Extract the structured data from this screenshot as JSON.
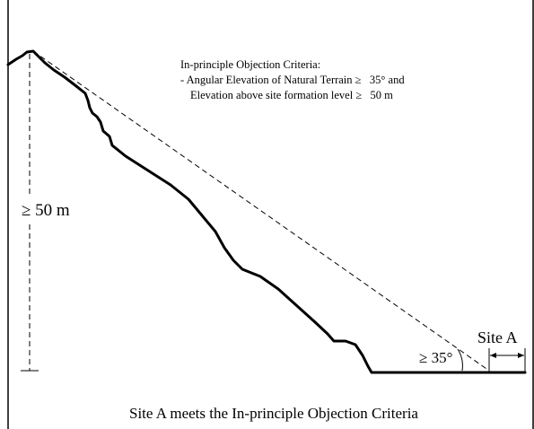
{
  "criteria": {
    "heading": "In-principle Objection Criteria:",
    "line1": "- Angular Elevation of Natural Terrain ≥   35° and",
    "line2": "Elevation above site formation level ≥   50 m"
  },
  "height_label": "≥ 50 m",
  "angle_label": "≥ 35°",
  "site_label": "Site A",
  "caption": "Site A meets the In-principle Objection Criteria"
}
